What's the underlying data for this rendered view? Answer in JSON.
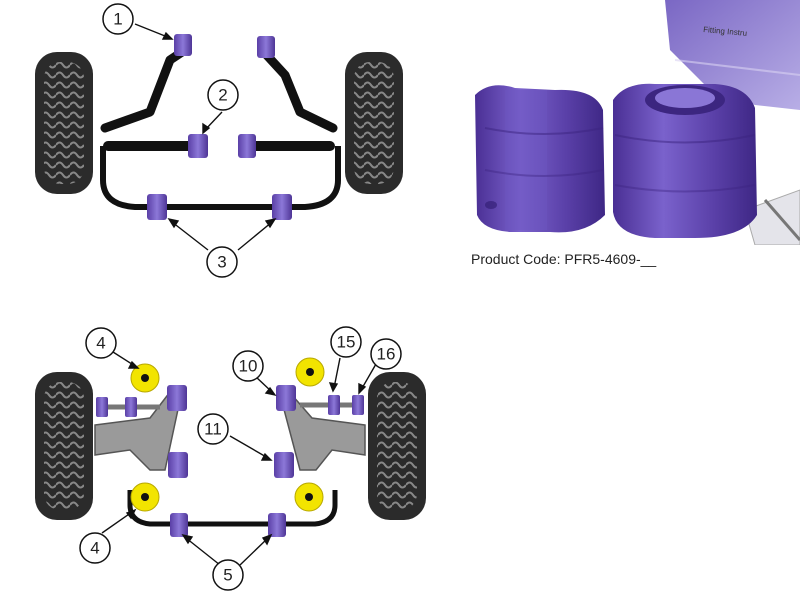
{
  "callouts": {
    "c1": "1",
    "c2": "2",
    "c3": "3",
    "c4a": "4",
    "c4b": "4",
    "c5": "5",
    "c10": "10",
    "c11": "11",
    "c15": "15",
    "c16": "16"
  },
  "product": {
    "code_label": "Product Code: PFR5-4609-__",
    "packaging_text": "Fitting Instru"
  },
  "colors": {
    "bush_purple": "#6a4fb8",
    "bush_light": "#8f7bd6",
    "tyre_dark": "#2b2b2b",
    "arm_grey": "#9a9a9a",
    "bar_black": "#111111",
    "mount_yellow": "#f2e400"
  }
}
